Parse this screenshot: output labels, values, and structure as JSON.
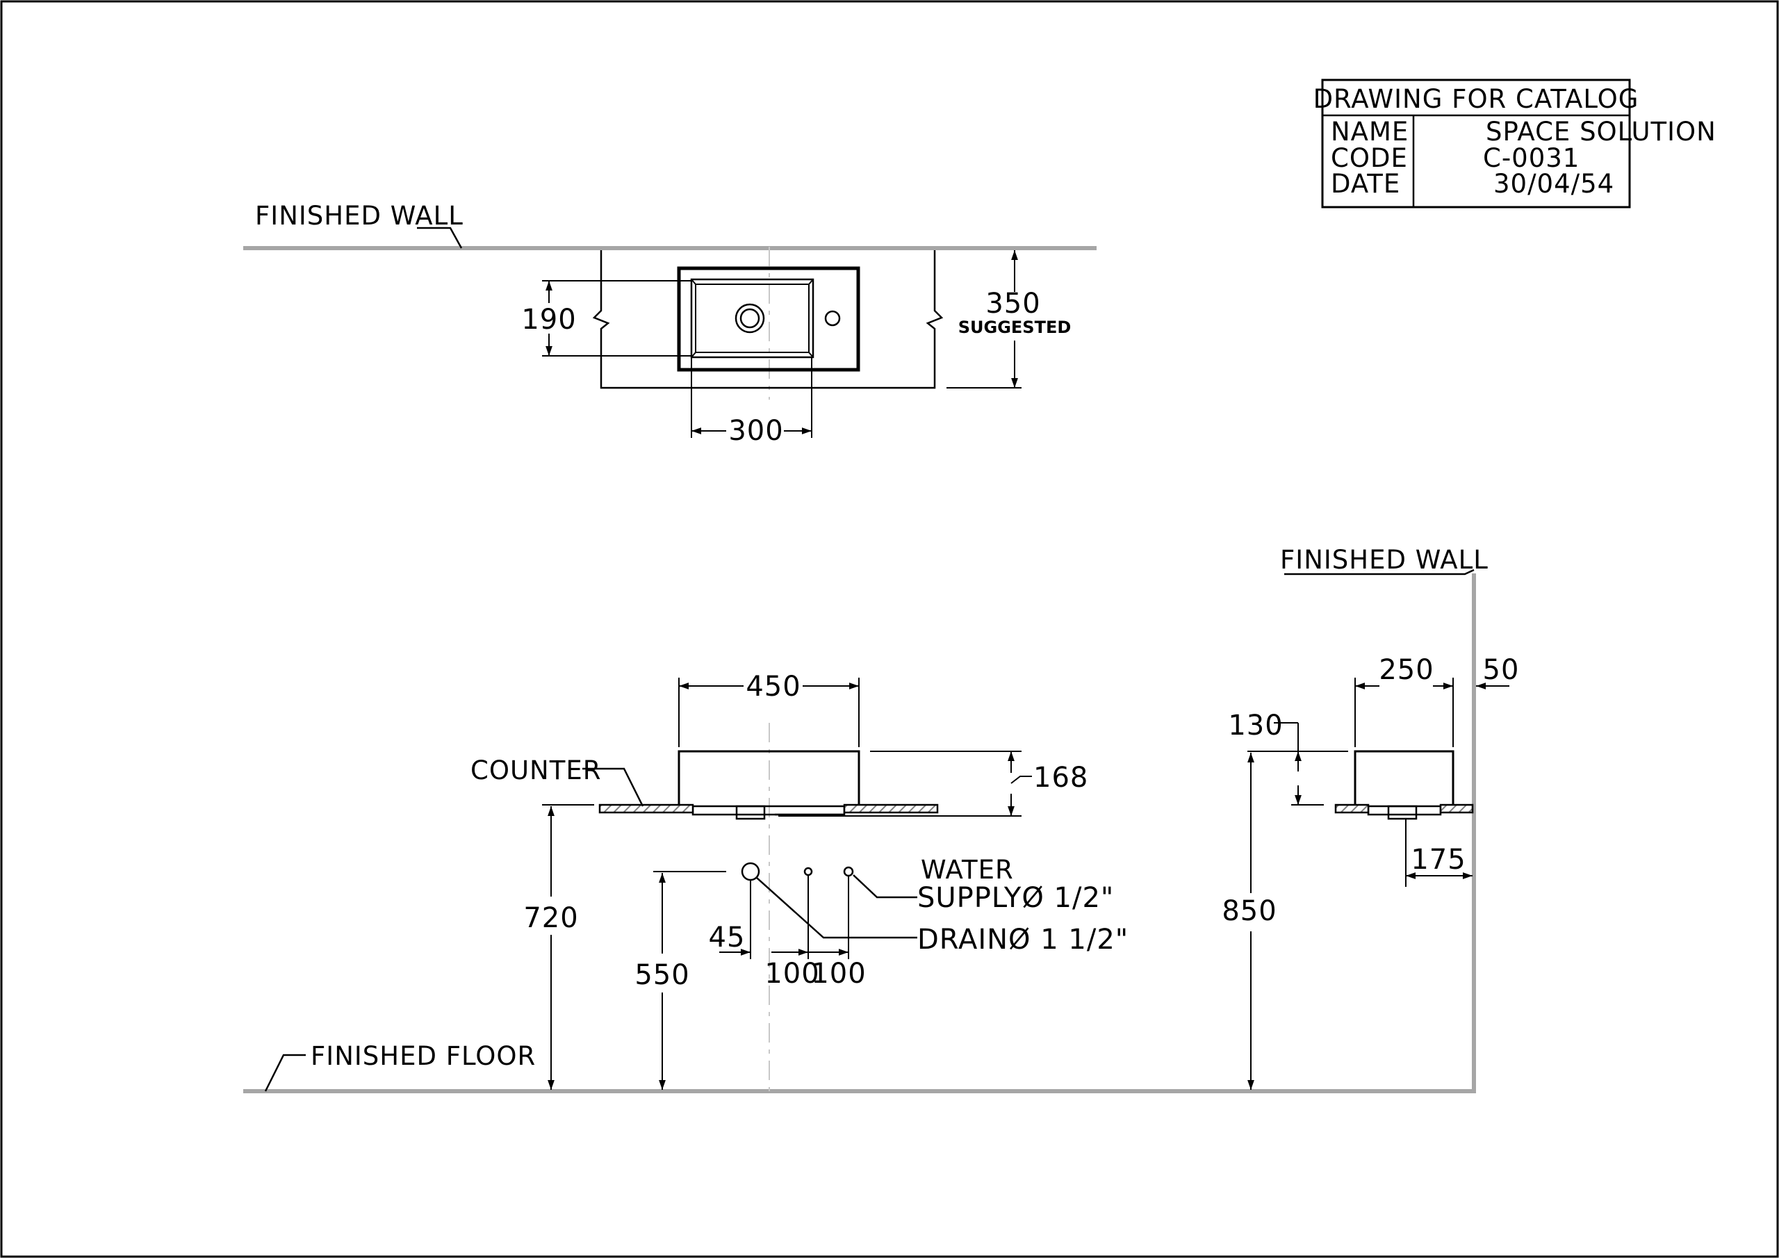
{
  "title_block": {
    "heading": "DRAWING FOR CATALOG",
    "rows": [
      {
        "label": "NAME",
        "value": "SPACE SOLUTION"
      },
      {
        "label": "CODE",
        "value": "C-0031"
      },
      {
        "label": "DATE",
        "value": "30/04/54"
      }
    ]
  },
  "plan_view": {
    "wall_label": "FINISHED WALL",
    "dim_depth": "190",
    "dim_suggested": "350",
    "suggested_label": "SUGGESTED",
    "dim_width": "300"
  },
  "front_view": {
    "dim_width": "450",
    "dim_height": "168",
    "counter_label": "COUNTER",
    "dim_counter_height": "720",
    "dim_supply_height": "550",
    "dim_offset": "45",
    "dim_spacing_1": "100",
    "dim_spacing_2": "100",
    "water_label_line1": "WATER",
    "water_label_line2": "SUPPLYØ 1/2\"",
    "drain_label": "DRAINØ 1 1/2\"",
    "floor_label": "FINISHED FLOOR"
  },
  "side_view": {
    "wall_label": "FINISHED WALL",
    "dim_depth": "250",
    "dim_gap": "50",
    "dim_rim": "130",
    "dim_height": "850",
    "dim_drain_offset": "175"
  },
  "colors": {
    "ink": "#000000",
    "wall_line": "#a6a6a6",
    "hatch_fill": "#7f7f7f",
    "background": "#ffffff"
  }
}
